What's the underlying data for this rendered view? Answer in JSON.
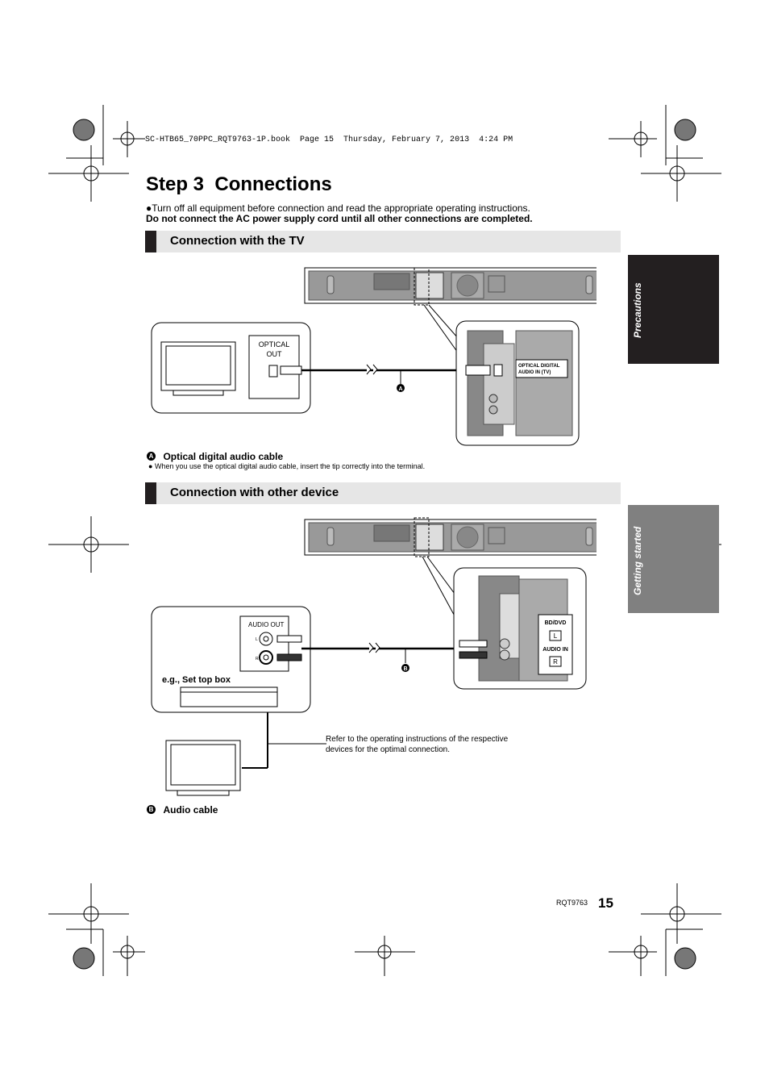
{
  "print_header": "SC-HTB65_70PPC_RQT9763-1P.book  Page 15  Thursday, February 7, 2013  4:24 PM",
  "title": "Step 3  Connections",
  "intro": {
    "bullet": "●",
    "line1": "Turn off all equipment before connection and read the appropriate operating instructions.",
    "line2": "Do not connect the AC power supply cord until all other connections are completed."
  },
  "sections": {
    "tv": {
      "heading": "Connection with the TV"
    },
    "other": {
      "heading": "Connection with other device"
    }
  },
  "side_tabs": {
    "precautions": "Precautions",
    "getting_started": "Getting started"
  },
  "diagram_tv": {
    "optical_out": [
      "OPTICAL",
      "OUT"
    ],
    "optical_in": [
      "OPTICAL DIGITAL",
      "AUDIO IN (TV)"
    ],
    "cable_marker": "A"
  },
  "note_a": {
    "marker": "A",
    "label": "Optical digital audio cable",
    "bullet": "●",
    "text": "When you use the optical digital audio cable, insert the tip correctly into the terminal."
  },
  "diagram_other": {
    "audio_out": "AUDIO OUT",
    "l": "L",
    "r": "R",
    "device_label": "e.g., Set top box",
    "bd_dvd": "BD/DVD",
    "audio_in": "AUDIO IN",
    "cable_marker": "B",
    "refer_text": "Refer to the operating instructions of the respective devices for the optimal connection."
  },
  "note_b": {
    "marker": "B",
    "label": "Audio cable"
  },
  "footer": {
    "code": "RQT9763",
    "page": "15"
  },
  "colors": {
    "section_mark": "#231f20",
    "section_bg": "#e6e6e6",
    "tab_dark": "#231f20",
    "tab_grey": "#808080"
  }
}
